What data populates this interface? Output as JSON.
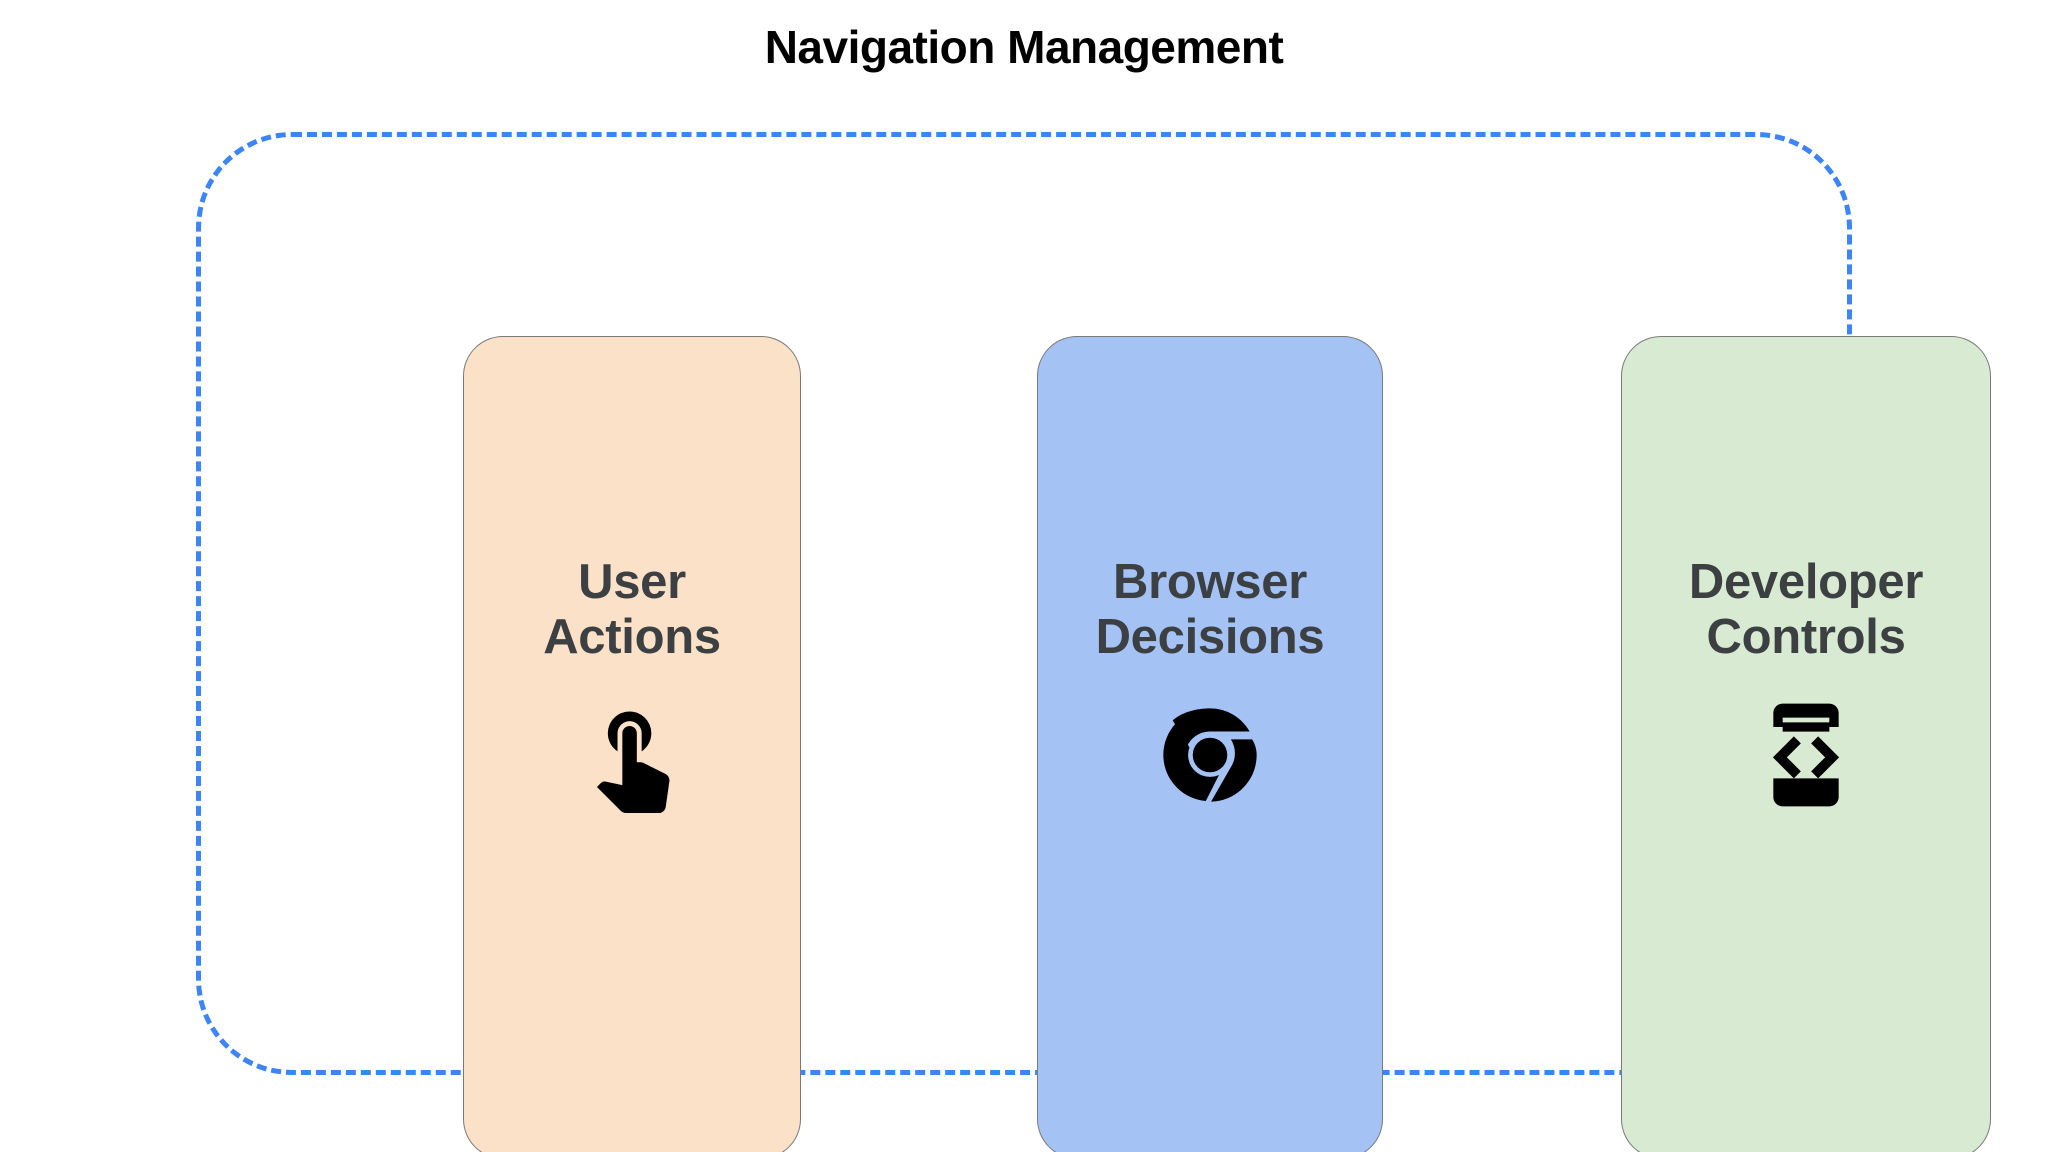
{
  "page": {
    "title": "Navigation Management",
    "background_color": "#ffffff",
    "title_color": "#000000"
  },
  "container": {
    "border_style": "dashed",
    "border_color": "#3d85f7"
  },
  "cards": [
    {
      "id": "user-actions",
      "title": "User\nActions",
      "title_line1": "User",
      "title_line2": "Actions",
      "icon": "touch-app-icon",
      "fill_color": "#fae1c8",
      "border_color": "#7a7a7a",
      "text_color": "#3c4043",
      "icon_color": "#000000"
    },
    {
      "id": "browser-decisions",
      "title": "Browser\nDecisions",
      "title_line1": "Browser",
      "title_line2": "Decisions",
      "icon": "chrome-logo-icon",
      "fill_color": "#a4c2f4",
      "border_color": "#7a7a7a",
      "text_color": "#3c4043",
      "icon_color": "#000000"
    },
    {
      "id": "developer-controls",
      "title": "Developer\nControls",
      "title_line1": "Developer",
      "title_line2": "Controls",
      "icon": "developer-mode-icon",
      "fill_color": "#d9ead3",
      "border_color": "#7a7a7a",
      "text_color": "#3c4043",
      "icon_color": "#000000"
    }
  ]
}
